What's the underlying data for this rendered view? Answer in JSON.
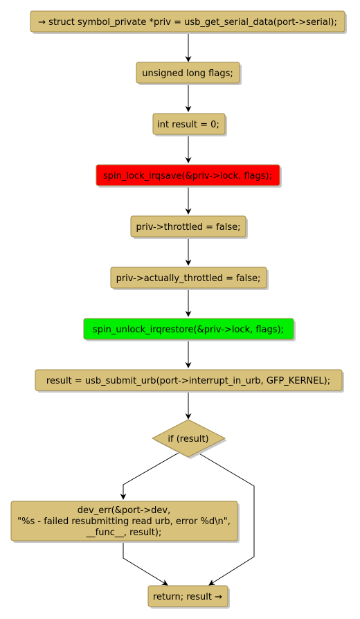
{
  "diagram": {
    "nodes": [
      {
        "id": "n1",
        "text": "→ struct symbol_private *priv = usb_get_serial_data(port->serial);",
        "fill": "#d8c17a"
      },
      {
        "id": "n2",
        "text": "unsigned long flags;",
        "fill": "#d8c17a"
      },
      {
        "id": "n3",
        "text": "int result = 0;",
        "fill": "#d8c17a"
      },
      {
        "id": "n4",
        "text": "spin_lock_irqsave(&priv->lock, flags);",
        "fill": "#ff0000"
      },
      {
        "id": "n5",
        "text": "priv->throttled = false;",
        "fill": "#d8c17a"
      },
      {
        "id": "n6",
        "text": "priv->actually_throttled = false;",
        "fill": "#d8c17a"
      },
      {
        "id": "n7",
        "text": "spin_unlock_irqrestore(&priv->lock, flags);",
        "fill": "#00ee00"
      },
      {
        "id": "n8",
        "text": "result = usb_submit_urb(port->interrupt_in_urb, GFP_KERNEL);",
        "fill": "#d8c17a"
      },
      {
        "id": "n9",
        "text": "if (result)",
        "fill": "#d8c17a",
        "shape": "diamond"
      },
      {
        "id": "n10",
        "lines": [
          "dev_err(&port->dev,",
          "\"%s - failed resubmitting read urb, error %d\\n\",",
          "__func__, result);"
        ],
        "fill": "#d8c17a"
      },
      {
        "id": "n11",
        "text": "return; result →",
        "fill": "#d8c17a"
      }
    ],
    "edges": [
      {
        "from": "n1",
        "to": "n2"
      },
      {
        "from": "n2",
        "to": "n3"
      },
      {
        "from": "n3",
        "to": "n4"
      },
      {
        "from": "n4",
        "to": "n5"
      },
      {
        "from": "n5",
        "to": "n6"
      },
      {
        "from": "n6",
        "to": "n7"
      },
      {
        "from": "n7",
        "to": "n8"
      },
      {
        "from": "n8",
        "to": "n9"
      },
      {
        "from": "n9",
        "to": "n10"
      },
      {
        "from": "n9",
        "to": "n11"
      },
      {
        "from": "n10",
        "to": "n11"
      }
    ],
    "colors": {
      "node_border": "#a08a4a",
      "node_shadow": "#c8c8c8",
      "edge": "#000000"
    }
  }
}
